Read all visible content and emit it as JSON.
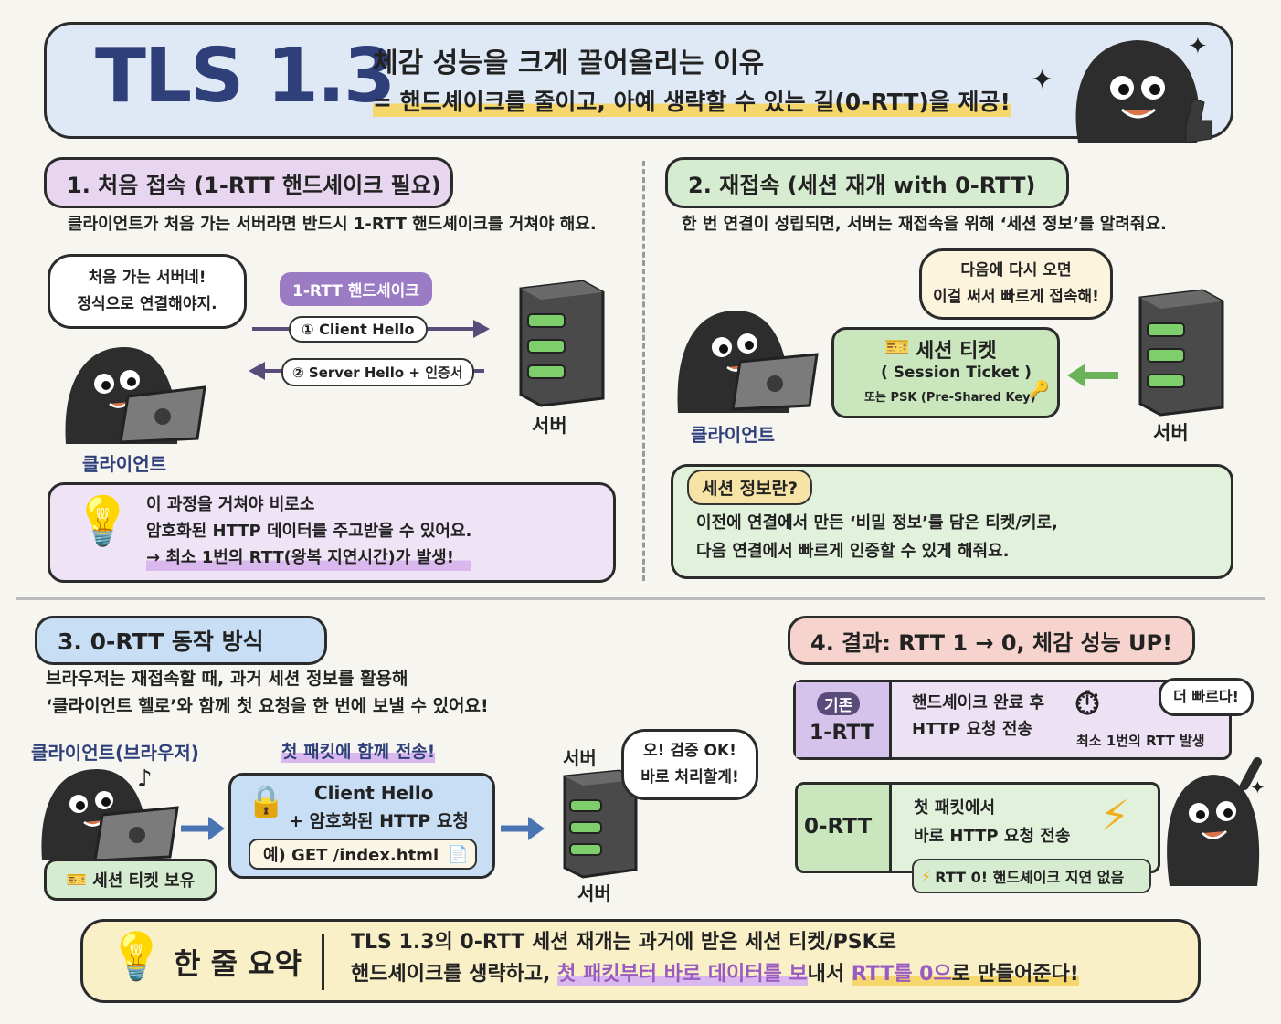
{
  "header": {
    "title": "TLS 1.3",
    "subtitle": "체감 성능을 크게 끌어올리는 이유",
    "tagline": "= 핸드셰이크를 줄이고, 아예 생략할 수 있는 길(0-RTT)을 제공!"
  },
  "s1": {
    "heading": "1. 처음 접속 (1-RTT 핸드셰이크 필요)",
    "desc": "클라이언트가 처음 가는 서버라면 반드시 1-RTT 핸드셰이크를 거쳐야 해요.",
    "bubble": [
      "처음 가는 서버네!",
      "정식으로 연결해야지."
    ],
    "tag": "1-RTT 핸드셰이크",
    "msg1": "① Client Hello",
    "msg2": "② Server Hello + 인증서",
    "client_label": "클라이언트",
    "server_label": "서버",
    "note": [
      "이 과정을 거쳐야 비로소",
      "암호화된 HTTP 데이터를 주고받을 수 있어요.",
      "→ 최소 1번의 RTT(왕복 지연시간)가 발생!"
    ]
  },
  "s2": {
    "heading": "2. 재접속 (세션 재개 with 0-RTT)",
    "desc": "한 번 연결이 성립되면, 서버는 재접속을 위해 ‘세션 정보’를 알려줘요.",
    "bubble": [
      "다음에 다시 오면",
      "이걸 써서 빠르게 접속해!"
    ],
    "ticket_title": "세션 티켓",
    "ticket_sub": "( Session Ticket )",
    "ticket_psk": "또는 PSK (Pre-Shared Key)",
    "client_label": "클라이언트",
    "server_label": "서버",
    "info_tag": "세션 정보란?",
    "info": [
      "이전에 연결에서 만든 ‘비밀 정보’를 담은 티켓/키로,",
      "다음 연결에서 빠르게 인증할 수 있게 해줘요."
    ]
  },
  "s3": {
    "heading": "3. 0-RTT 동작 방식",
    "desc": [
      "브라우저는 재접속할 때, 과거 세션 정보를 활용해",
      "‘클라이언트 헬로’와 함께 첫 요청을 한 번에 보낼 수 있어요!"
    ],
    "client_label": "클라이언트(브라우저)",
    "first_packet": "첫 패킷에 함께 전송!",
    "packet_line1": "Client Hello",
    "packet_line2": "+ 암호화된 HTTP 요청",
    "packet_example": "예) GET /index.html",
    "ticket_owned": "세션 티켓 보유",
    "server_label_top": "서버",
    "server_label_bottom": "서버",
    "bubble": [
      "오! 검증 OK!",
      "바로 처리할게!"
    ]
  },
  "s4": {
    "heading": "4. 결과: RTT 1 → 0, 체감 성능 UP!",
    "old_tag": "기존",
    "old_label": "1-RTT",
    "old_desc": [
      "핸드셰이크 완료 후",
      "HTTP 요청 전송"
    ],
    "old_note": "최소 1번의 RTT 발생",
    "new_label": "0-RTT",
    "new_desc": [
      "첫 패킷에서",
      "바로 HTTP 요청 전송"
    ],
    "new_note": "RTT 0! 핸드셰이크 지연 없음",
    "bubble": "더 빠르다!"
  },
  "summary": {
    "title": "한 줄 요약",
    "line1": "TLS 1.3의 0-RTT 세션 재개는 과거에 받은 세션 티켓/PSK로",
    "line2a": "핸드셰이크를 생략하고, ",
    "line2b": "첫 패킷부터 바로 데이터를 보",
    "line2c": "내서 ",
    "line2d": "RTT를 0으",
    "line2e": "로 만들어준다!"
  },
  "colors": {
    "title_blue": "#2e3f7a",
    "purple_bg": "#e8d6f1",
    "green_bg": "#d6ecd0",
    "blue_bg": "#c8def5",
    "pink_bg": "#f6d3cc",
    "yellow_bg": "#faf0c8",
    "accent_purple": "#9a5bc1"
  }
}
